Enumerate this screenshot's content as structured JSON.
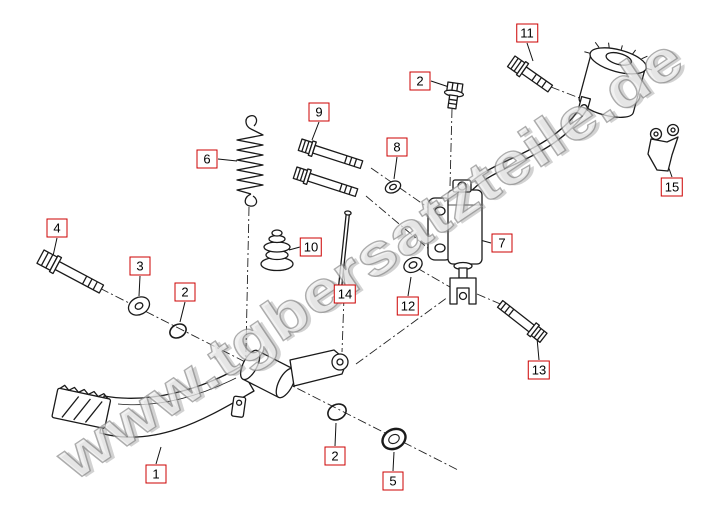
{
  "diagram": {
    "watermark": "www.tgbersatzteile.de",
    "colors": {
      "callout_border": "#cc0000",
      "line": "#1a1a1a",
      "background": "#ffffff",
      "watermark": "#9a9a9a"
    },
    "callouts": [
      {
        "number": "11"
      },
      {
        "number": "2"
      },
      {
        "number": "9"
      },
      {
        "number": "8"
      },
      {
        "number": "6"
      },
      {
        "number": "15"
      },
      {
        "number": "4"
      },
      {
        "number": "10"
      },
      {
        "number": "7"
      },
      {
        "number": "3"
      },
      {
        "number": "2"
      },
      {
        "number": "14"
      },
      {
        "number": "12"
      },
      {
        "number": "13"
      },
      {
        "number": "1"
      },
      {
        "number": "2"
      },
      {
        "number": "5"
      }
    ]
  }
}
